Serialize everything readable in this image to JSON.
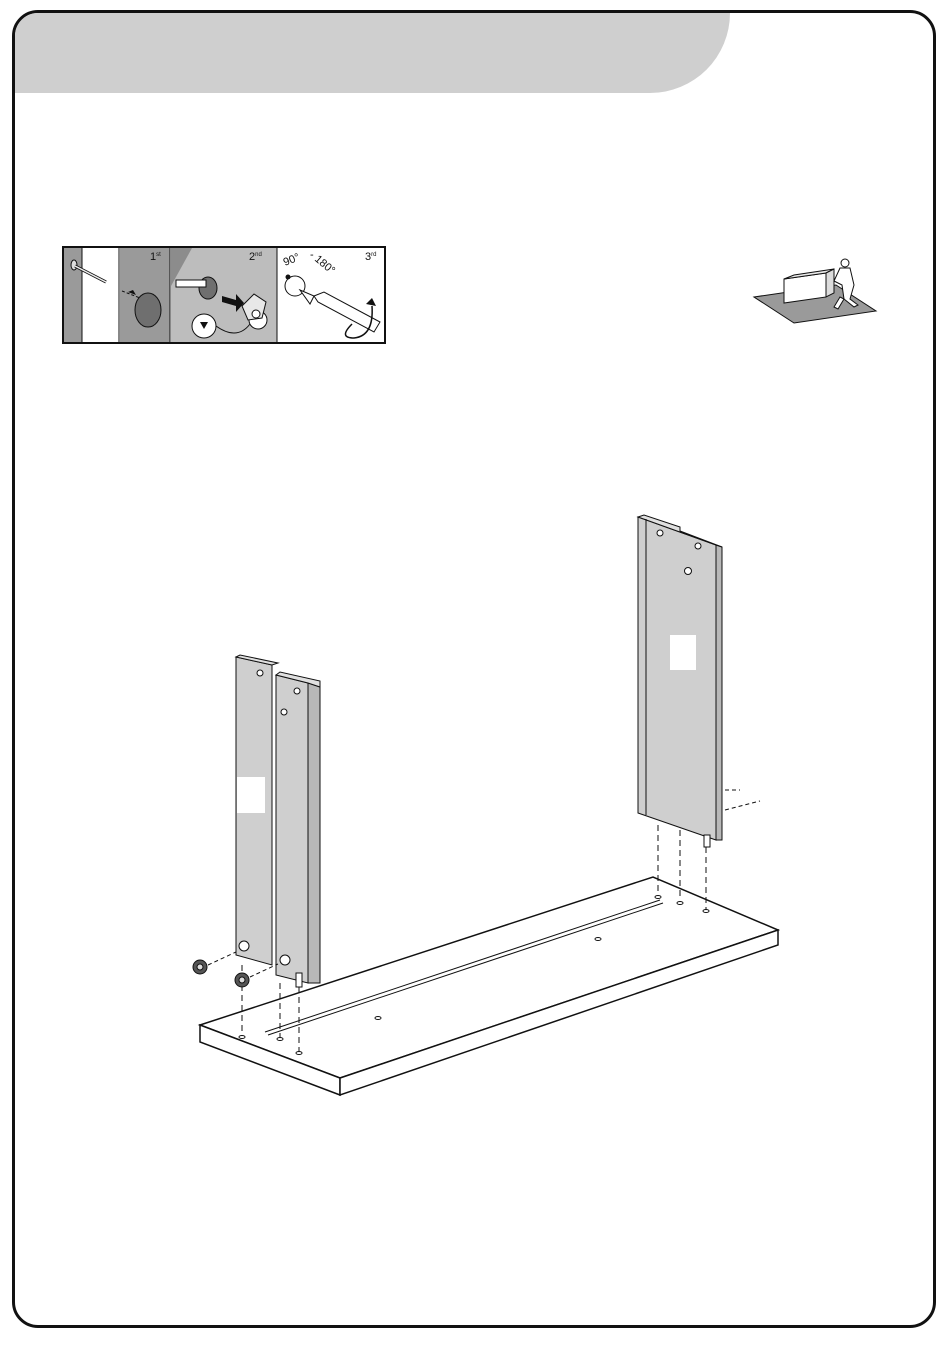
{
  "steps": [
    {
      "number": "1",
      "suffix": "st"
    },
    {
      "number": "2",
      "suffix": "nd"
    },
    {
      "number": "3",
      "suffix": "rd"
    }
  ],
  "rotation": {
    "start": "90°",
    "separator": "-",
    "end": "180°"
  },
  "colors": {
    "panel_fill": "#cfcfcf",
    "panel_edge": "#b8b8b8",
    "hole_dark": "#7a7a7a",
    "line": "#111111"
  },
  "icons": [
    "screw-icon",
    "cam-lock-icon",
    "screwdriver-icon",
    "rotate-arrow-icon",
    "person-assembling-icon"
  ]
}
